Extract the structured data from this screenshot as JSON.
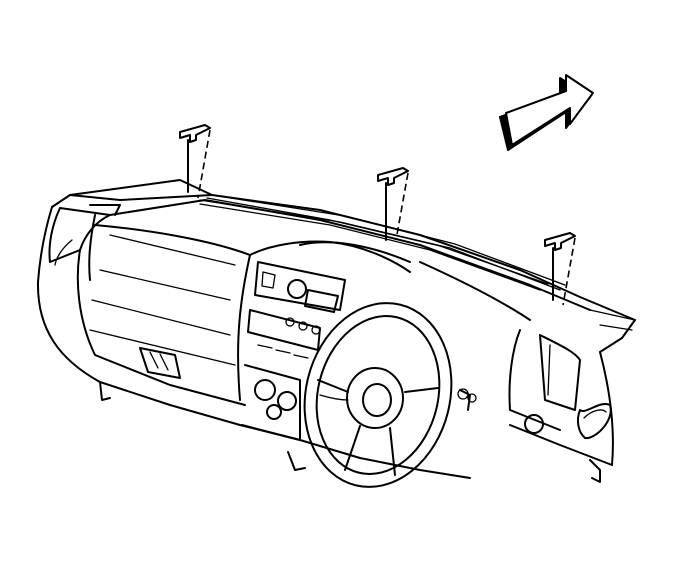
{
  "diagram": {
    "colors": {
      "line": "#000000",
      "background": "#ffffff",
      "arrow_shadow": "#000000"
    },
    "parts": [
      {
        "name": "instrument-panel",
        "kind": "assembly"
      },
      {
        "name": "defroster-vent-grille",
        "kind": "panel"
      },
      {
        "name": "retainer-clip",
        "count": 3
      },
      {
        "name": "steering-wheel",
        "kind": "component"
      },
      {
        "name": "instrument-cluster-bezel",
        "kind": "component"
      },
      {
        "name": "glove-box-door",
        "kind": "component"
      }
    ],
    "icons": [
      "front-direction-arrow-icon",
      "clip-icon"
    ]
  }
}
